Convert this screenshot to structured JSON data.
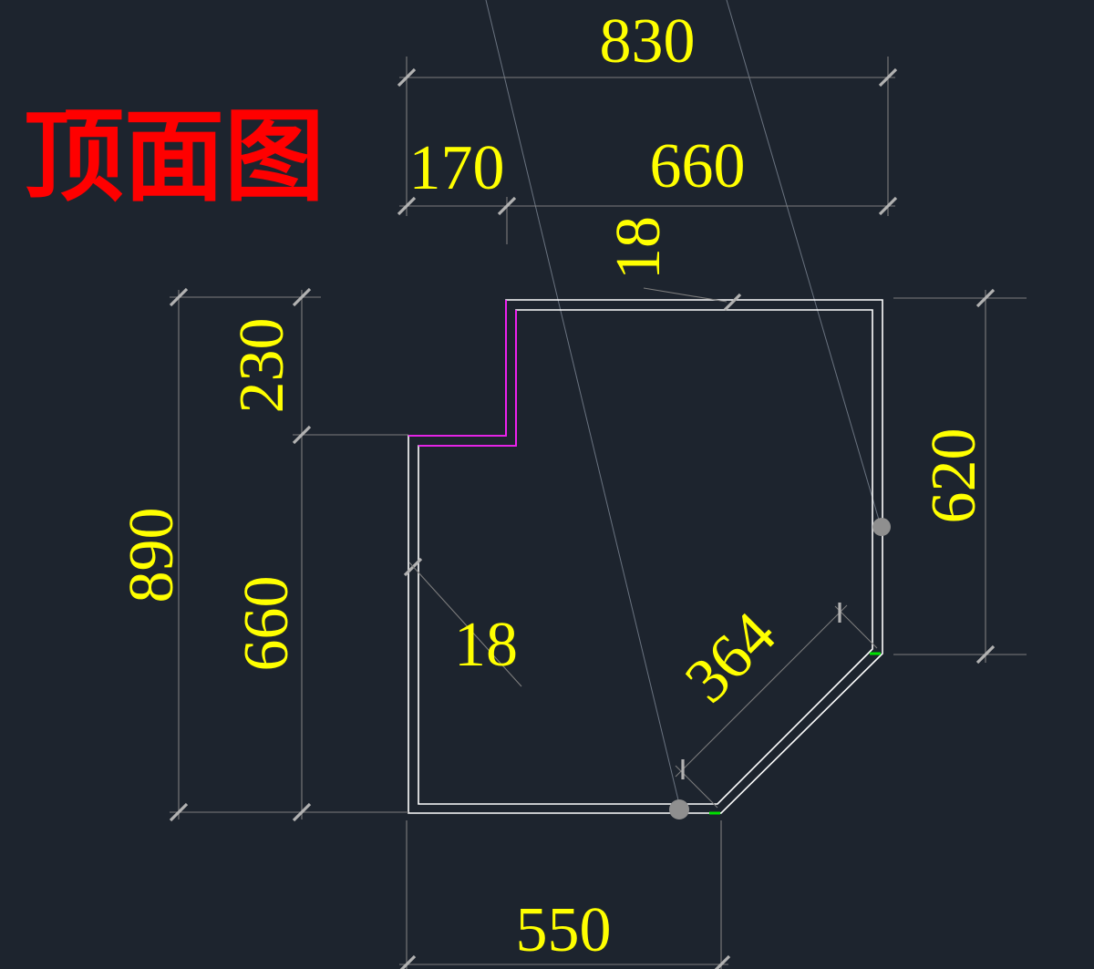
{
  "title": {
    "text": "顶面图"
  },
  "colors": {
    "background": "#1d242e",
    "outline": "#ffffff",
    "highlight": "#ff00ff",
    "dim_line": "#7d7d7d",
    "tick": "#b2b2b2",
    "construction": "#6a7380",
    "dim_text": "#ffff00",
    "title": "#ff0000",
    "marker_green": "#00e000",
    "node_gray": "#8f8f8f"
  },
  "dimensions": {
    "top_total": "830",
    "top_seg_left": "170",
    "top_seg_right": "660",
    "top_thickness": "18",
    "left_total": "890",
    "left_seg_upper": "230",
    "left_seg_lower": "660",
    "right_height": "620",
    "chamfer_length": "364",
    "side_thickness": "18",
    "bottom_width": "550"
  }
}
